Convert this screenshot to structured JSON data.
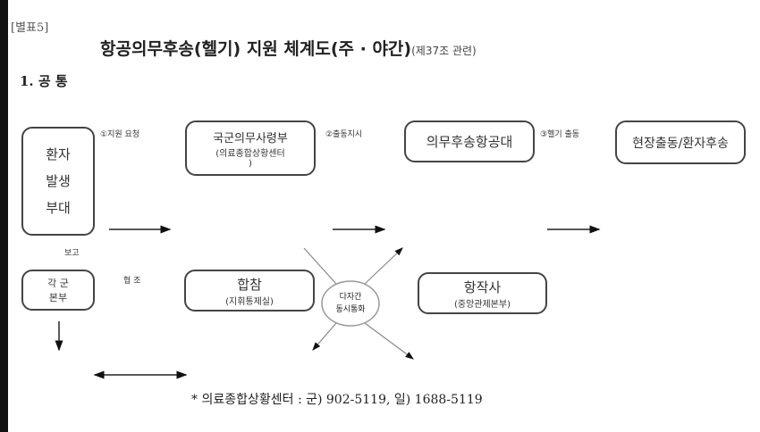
{
  "annex_label": "[별표5]",
  "title": "항공의무후송(헬기) 지원 체계도(주 · 야간)",
  "title_ref": "(제37조 관련)",
  "section": "1. 공 통",
  "boxes": {
    "unit": [
      "환자",
      "발생",
      "부대"
    ],
    "command": {
      "main": "국군의무사령부",
      "sub": "(의료종합상황센터",
      "sub2": ")"
    },
    "aviation": "의무후송항공대",
    "field": "현장출동/환자후송",
    "hq": [
      "각 군",
      "본부"
    ],
    "jcs": {
      "main": "합참",
      "sub": "(지휘통제실)"
    },
    "army_aviation": {
      "main": "항작사",
      "sub": "(중앙관제본부)"
    },
    "conference": [
      "다자간",
      "동시통화"
    ]
  },
  "labels": {
    "step1": "①지원 요청",
    "step2": "②출동지시",
    "step3": "③헬기 출동",
    "report": "보고",
    "cooperate": "협 조"
  },
  "footnote": "* 의료종합상황센터 : 군) 902-5119, 일) 1688-5119"
}
